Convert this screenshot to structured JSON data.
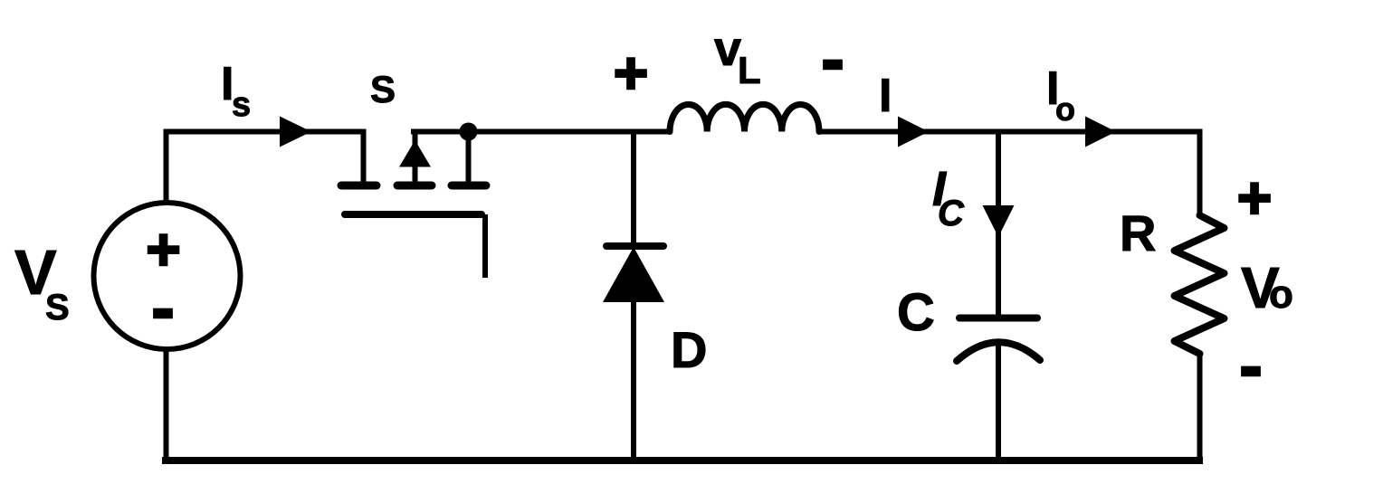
{
  "figure": {
    "kind": "circuit-schematic",
    "name": "buck-converter",
    "background_color": "#ffffff",
    "ink_color": "#000000"
  },
  "labels": {
    "source_voltage_main": "V",
    "source_voltage_sub": "S",
    "source_plus": "+",
    "source_minus": "-",
    "source_current_main": "I",
    "source_current_sub": "s",
    "switch": "S",
    "inductor_plus": "+",
    "inductor_voltage_main": "v",
    "inductor_voltage_sub": "L",
    "inductor_minus": "-",
    "inductor_current": "I",
    "diode": "D",
    "capacitor": "C",
    "capacitor_current_main": "I",
    "capacitor_current_sub": "C",
    "output_current_main": "I",
    "output_current_sub": "o",
    "resistor": "R",
    "output_plus": "+",
    "output_voltage_main": "V",
    "output_voltage_sub": "o",
    "output_minus": "-"
  },
  "components": [
    {
      "id": "Vs",
      "type": "dc-voltage-source",
      "label": "V_S",
      "polarity": "+ top, - bottom"
    },
    {
      "id": "S",
      "type": "mosfet-switch",
      "label": "S",
      "connection": "series, top rail"
    },
    {
      "id": "D",
      "type": "diode",
      "label": "D",
      "orientation": "anode at bottom rail, cathode up"
    },
    {
      "id": "L",
      "type": "inductor",
      "label": "v_L",
      "polarity": "+ left, - right"
    },
    {
      "id": "C",
      "type": "capacitor",
      "label": "C",
      "connection": "shunt to bottom rail"
    },
    {
      "id": "R",
      "type": "resistor",
      "label": "R",
      "voltage": "V_o, + top, - bottom"
    }
  ],
  "currents": [
    {
      "name": "I_s",
      "direction": "right",
      "location": "source to switch"
    },
    {
      "name": "I",
      "direction": "right",
      "location": "inductor output"
    },
    {
      "name": "I_C",
      "direction": "down",
      "location": "capacitor branch"
    },
    {
      "name": "I_o",
      "direction": "right",
      "location": "to load resistor"
    }
  ]
}
